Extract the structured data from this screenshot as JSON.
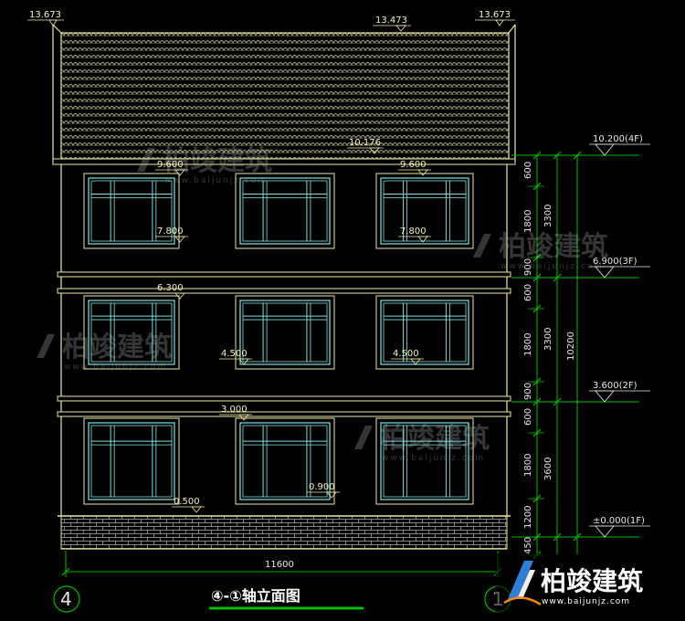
{
  "drawing_title": "④-①轴立面图",
  "axis_labels": {
    "left": "4",
    "right": "1"
  },
  "total_width_dim": "11600",
  "roof_elevations": {
    "left": "13.673",
    "center": "13.473",
    "right": "13.673",
    "eave": "10.176"
  },
  "window_marks": [
    {
      "id": "w-960-left",
      "text": "9.600"
    },
    {
      "id": "w-960-right",
      "text": "9.600"
    },
    {
      "id": "w-780-left",
      "text": "7.800"
    },
    {
      "id": "w-780-right",
      "text": "7.800"
    },
    {
      "id": "w-630",
      "text": "6.300"
    },
    {
      "id": "w-450-left",
      "text": "4.500"
    },
    {
      "id": "w-450-right",
      "text": "4.500"
    },
    {
      "id": "w-300",
      "text": "3.000"
    },
    {
      "id": "w-090",
      "text": "0.900"
    },
    {
      "id": "w-050",
      "text": "0.500"
    }
  ],
  "floor_levels": [
    {
      "text": "10.200(4F)"
    },
    {
      "text": "6.900(3F)"
    },
    {
      "text": "3.600(2F)"
    },
    {
      "text": "±0.000(1F)"
    }
  ],
  "vertical_dims_inner": [
    "600",
    "1800",
    "900",
    "600",
    "1800",
    "900",
    "600",
    "1800",
    "1200",
    "450"
  ],
  "vertical_dims_story": [
    "3300",
    "3300",
    "3600"
  ],
  "vertical_dim_total": "10200",
  "watermark": {
    "name": "柏竣建筑",
    "url": "www.baijunjz.com"
  },
  "logo": {
    "name": "柏竣建筑",
    "url": "www.baijunjz.com"
  },
  "colors": {
    "yellow_line": "#e8e8a0",
    "cyan_window": "#7fe0e0",
    "green_dim": "#00c000",
    "brick": "#9a9a9a",
    "title_underline": "#00c000"
  }
}
